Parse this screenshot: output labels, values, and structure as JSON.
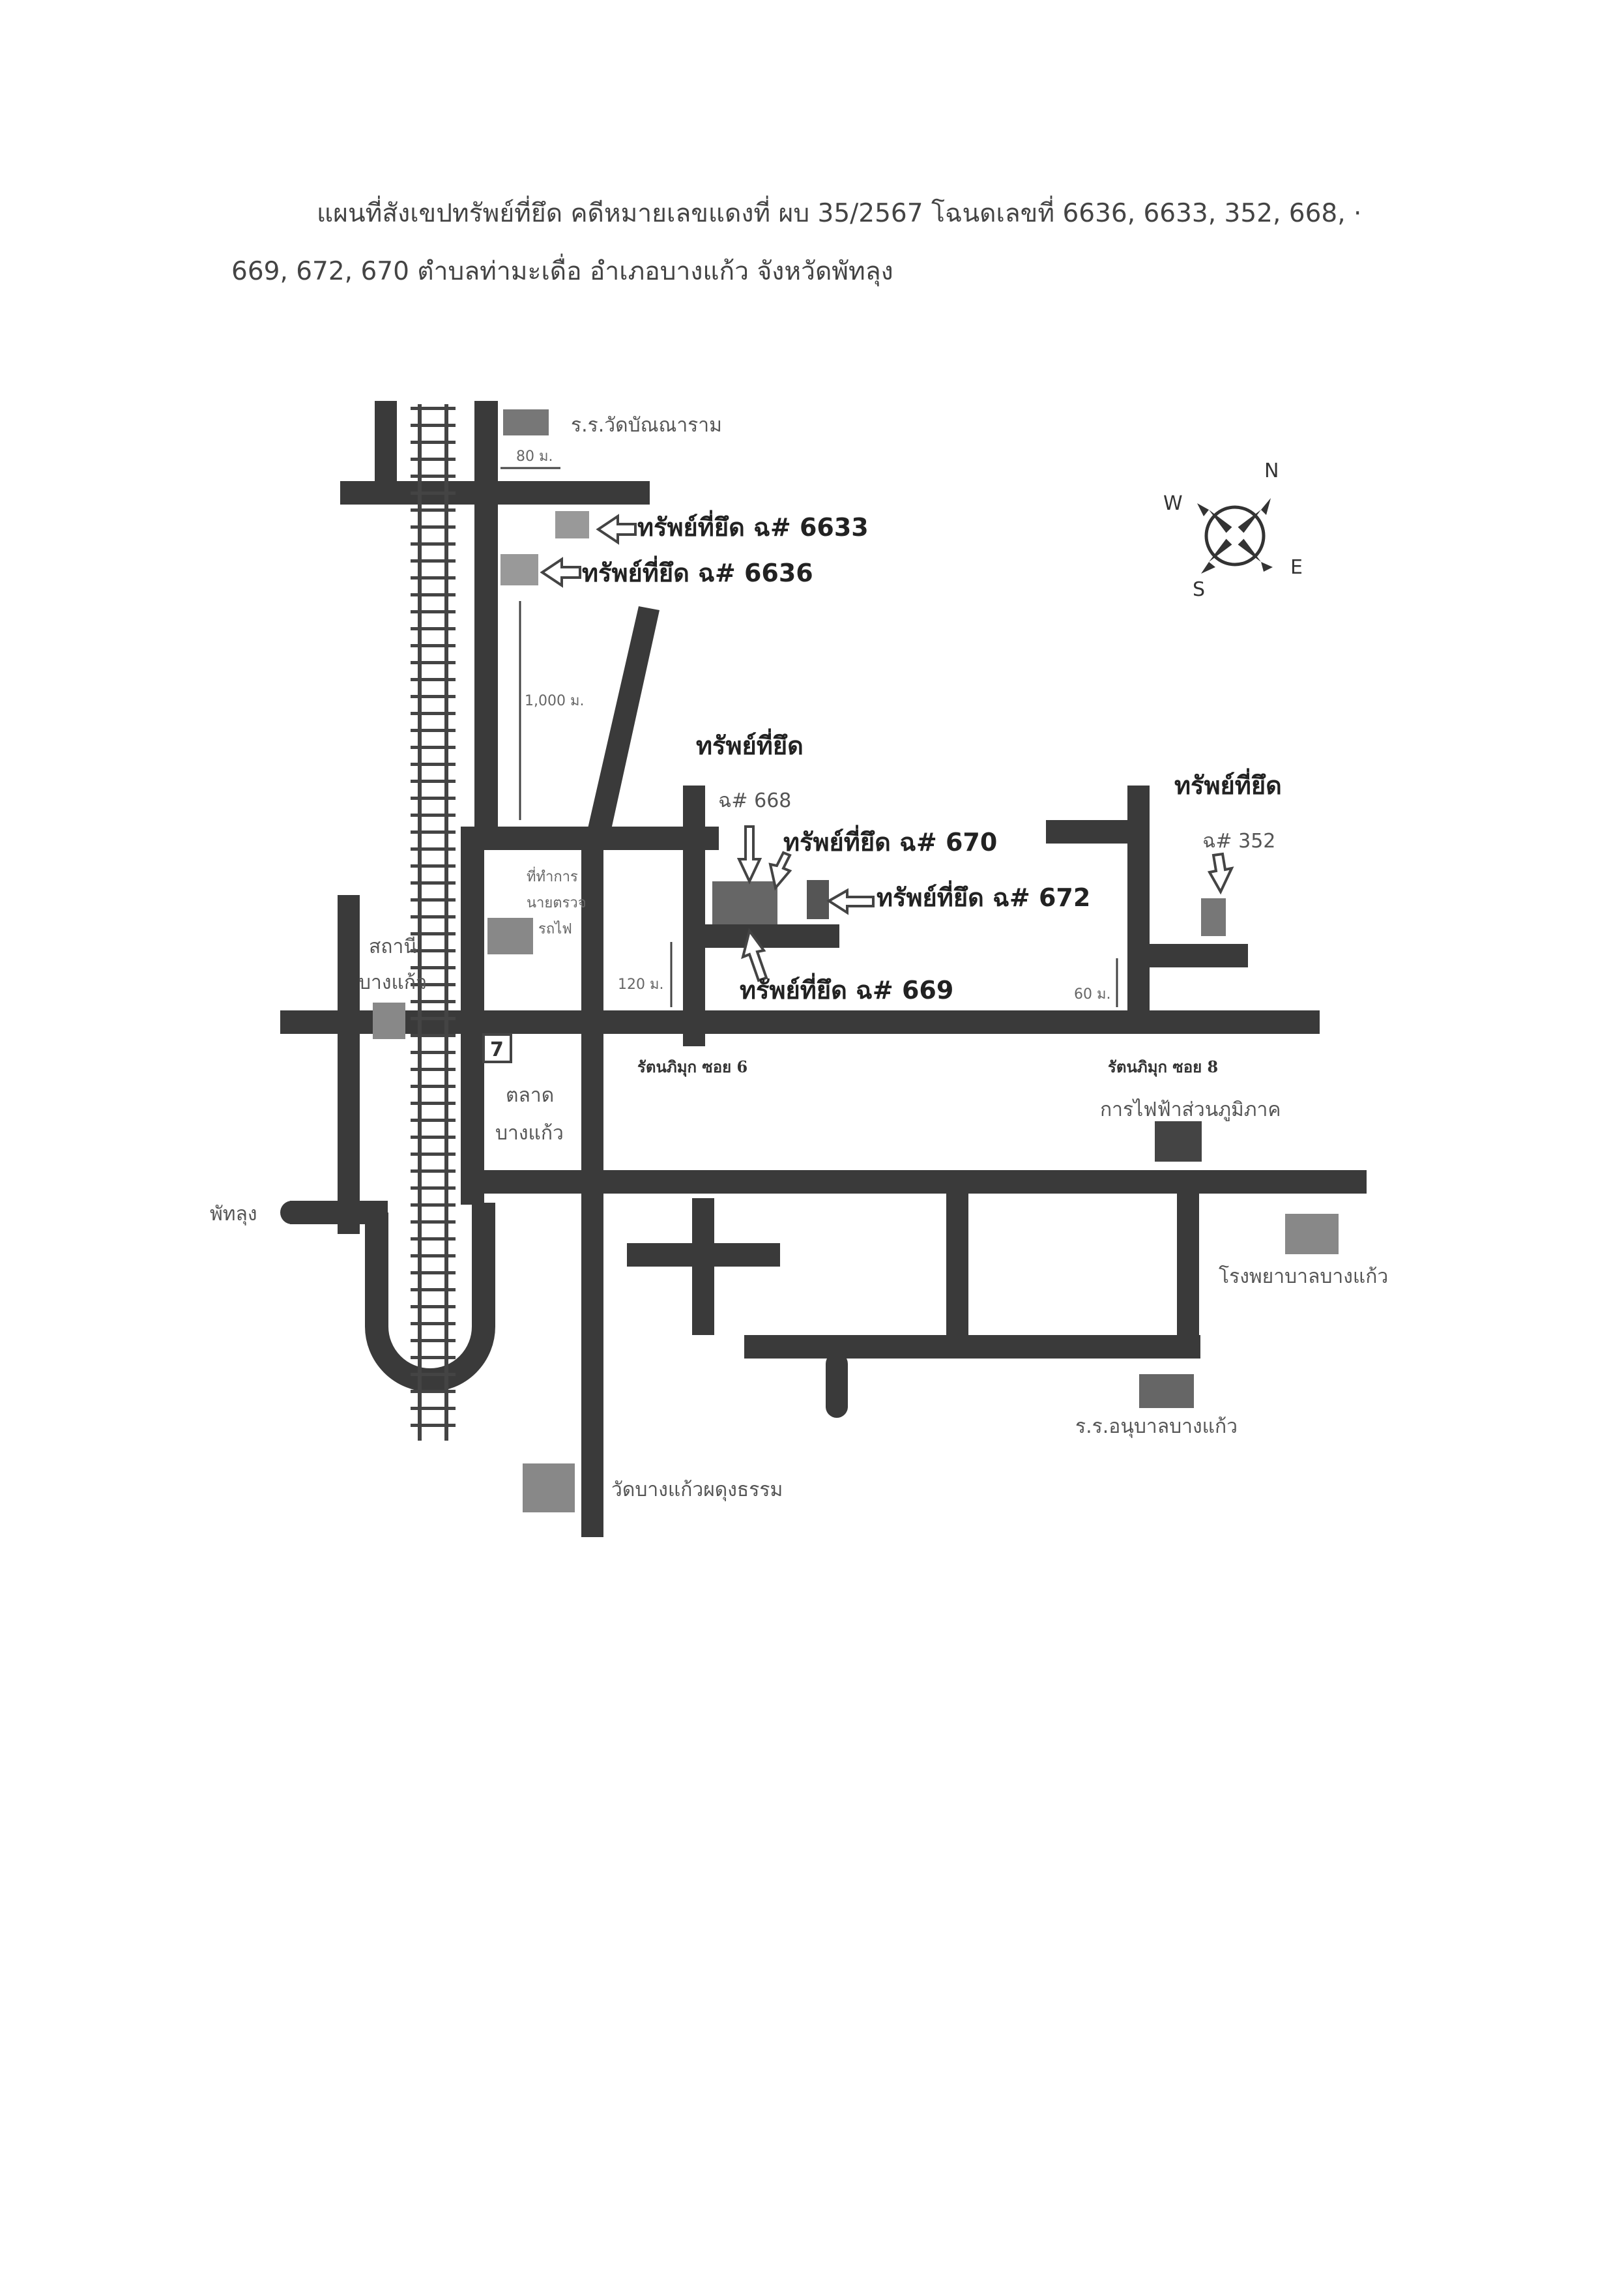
{
  "header": {
    "line1": "แผนที่สังเขปทรัพย์ที่ยึด คดีหมายเลขแดงที่ ผบ 35/2567 โฉนดเลขที่ 6636, 6633, 352, 668, ·",
    "line2": "669, 672, 670  ตำบลท่ามะเดื่อ  อำเภอบางแก้ว  จังหวัดพัทลุง"
  },
  "compass": {
    "n": "N",
    "e": "E",
    "s": "S",
    "w": "W"
  },
  "landmarks": {
    "school_wat": "ร.ร.วัดบัณณาราม",
    "station": "สถานี",
    "station2": "บางแก้ว",
    "police_1": "ที่ทำการ",
    "police_2": "นายตรวจ",
    "police_3": "รถไฟ",
    "market_1": "ตลาด",
    "market_2": "บางแก้ว",
    "phatthalung": "พัทลุง",
    "pea": "การไฟฟ้าส่วนภูมิภาค",
    "hospital": "โรงพยาบาลบางแก้ว",
    "kindergarten": "ร.ร.อนุบาลบางแก้ว",
    "temple": "วัดบางแก้วผดุงธรรม"
  },
  "roads": {
    "soi6": "รัตนภิมุก ซอย 6",
    "soi8": "รัตนภิมุก ซอย 8"
  },
  "distances": {
    "d80": "80 ม.",
    "d1000": "1,000 ม.",
    "d120": "120 ม.",
    "d60": "60 ม."
  },
  "properties": {
    "p6633": "ทรัพย์ที่ยึด ฉ# 6633",
    "p6636": "ทรัพย์ที่ยึด ฉ# 6636",
    "p668_a": "ทรัพย์ที่ยึด",
    "p668_b": "ฉ# 668",
    "p670": "ทรัพย์ที่ยึด ฉ# 670",
    "p672": "ทรัพย์ที่ยึด ฉ# 672",
    "p669": "ทรัพย์ที่ยึด ฉ# 669",
    "p352_a": "ทรัพย์ที่ยึด",
    "p352_b": "ฉ# 352"
  }
}
